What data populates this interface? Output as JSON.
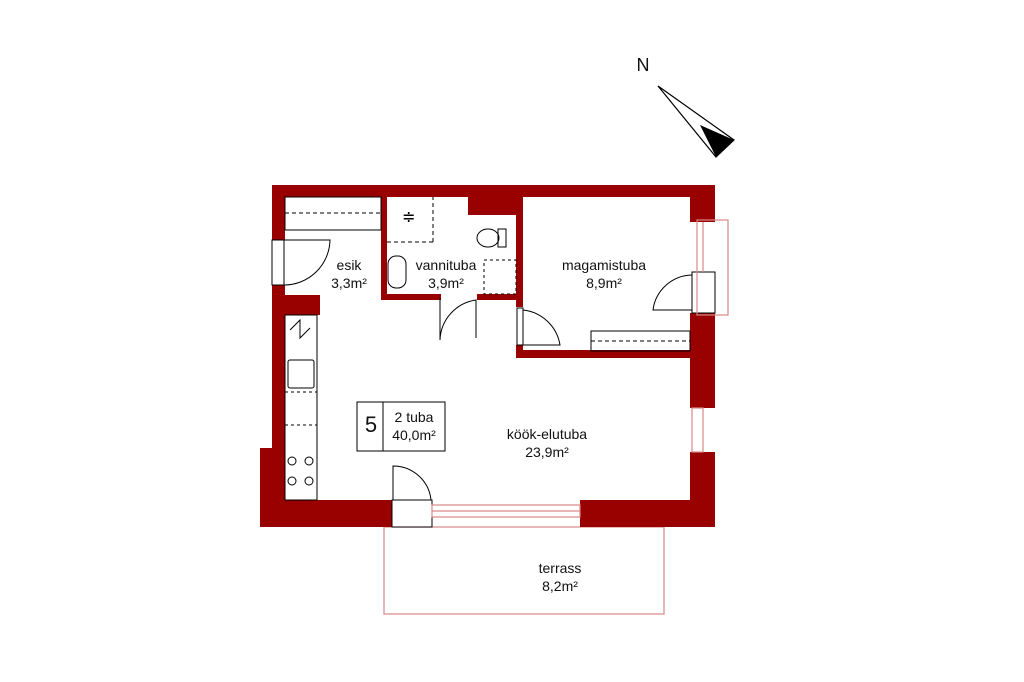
{
  "compass": {
    "label": "N"
  },
  "rooms": [
    {
      "name": "esik",
      "area": "3,3m²"
    },
    {
      "name": "vannituba",
      "area": "3,9m²"
    },
    {
      "name": "magamistuba",
      "area": "8,9m²"
    },
    {
      "name": "köök-elutuba",
      "area": "23,9m²"
    },
    {
      "name": "terrass",
      "area": "8,2m²"
    }
  ],
  "unit": {
    "number": "5",
    "type": "2 tuba",
    "area": "40,0m²"
  },
  "colors": {
    "wall": "#990000",
    "outline": "#d9888a"
  }
}
